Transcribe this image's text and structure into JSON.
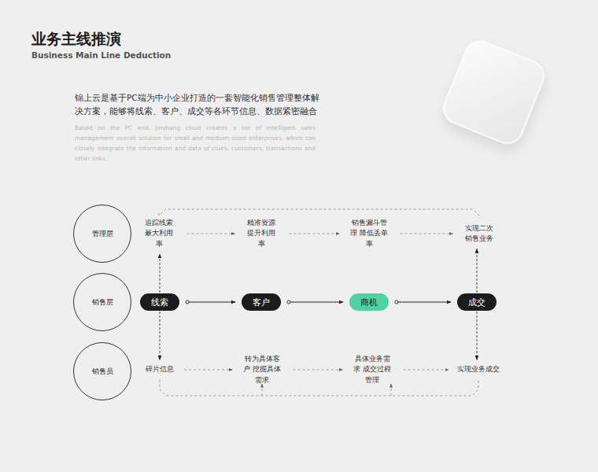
{
  "diagram": {
    "title": "业务主线推演",
    "nodes": [
      {
        "text": [
          "管理层"
        ]
      },
      {
        "text": [
          "追踪线索 最大利用率"
        ]
      },
      {
        "text": [
          "精准资源 提升利用率"
        ]
      },
      {
        "text": [
          "销售漏斗管理 降低丢单率"
        ]
      },
      {
        "text": [
          "实现二次销售业务"
        ]
      },
      {
        "text": [
          "销售层"
        ]
      },
      {
        "text": [
          "线索"
        ]
      },
      {
        "text": [
          "客户"
        ]
      },
      {
        "text": [
          "商机"
        ]
      },
      {
        "text": [
          "成交"
        ]
      },
      {
        "text": [
          "销售员"
        ]
      },
      {
        "text": [
          "碎片信息"
        ]
      },
      {
        "text": [
          "转为具体客户 挖掘具体需求"
        ]
      },
      {
        "text": [
          "具体业务需求 成交过程管理"
        ]
      },
      {
        "text": [
          "实现业务成交"
        ]
      }
    ],
    "edges": [
      {
        "from": 1,
        "to": 2,
        "arrow": "to"
      },
      {
        "from": 2,
        "to": 3,
        "arrow": "to"
      },
      {
        "from": 3,
        "to": 4,
        "arrow": "to"
      },
      {
        "from": 6,
        "to": 7,
        "arrow": "to"
      },
      {
        "from": 7,
        "to": 8,
        "arrow": "to"
      },
      {
        "from": 8,
        "to": 9,
        "arrow": "to"
      },
      {
        "from": 6,
        "to": 1,
        "arrow": "to"
      },
      {
        "from": 6,
        "to": 11,
        "arrow": "to"
      },
      {
        "from": 9,
        "to": 4,
        "arrow": "to"
      },
      {
        "from": 9,
        "to": 14,
        "arrow": "to"
      },
      {
        "from": 11,
        "to": 12,
        "arrow": "to"
      },
      {
        "from": 12,
        "to": 13,
        "arrow": "to"
      },
      {
        "from": 13,
        "to": 14,
        "arrow": "to"
      },
      {
        "from": 1,
        "to": 4,
        "arrow": "none"
      },
      {
        "from": 11,
        "to": 14,
        "arrow": "none"
      }
    ],
    "labels": [
      "Business Main Line Deduction",
      "锦上云是基于PC端为中小企业打造的一套智能化销售管理整体解决方案，能够将线索、客户、成交等各环节信息、数据紧密融合",
      "Based on the PC end, Jinshang cloud creates a set of intelligent sales management overall solution for small and medium-sized enterprises, which can closely integrate the information and data of clues, customers, transactions and other links."
    ]
  }
}
